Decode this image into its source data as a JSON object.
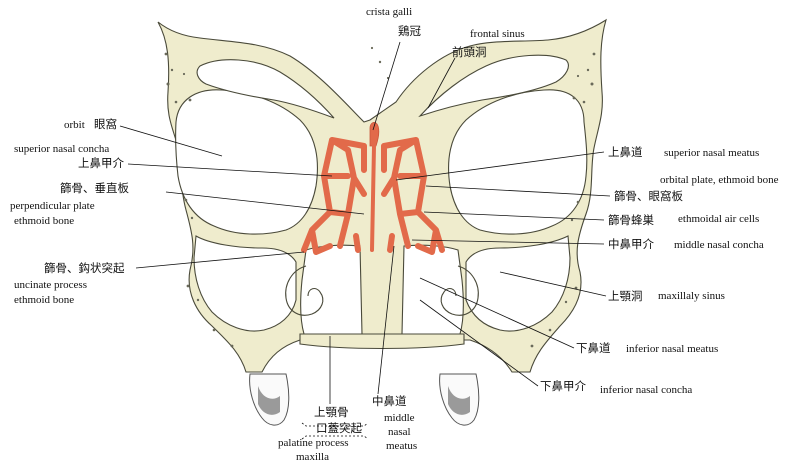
{
  "labels": {
    "crista_galli_en": "crista galli",
    "crista_galli_ja": "鶏冠",
    "frontal_sinus_en": "frontal sinus",
    "frontal_sinus_ja": "前頭洞",
    "orbit_en": "orbit",
    "orbit_ja": "眼窩",
    "superior_concha_en": "superior nasal concha",
    "superior_concha_ja": "上鼻甲介",
    "perp_plate_ja": "篩骨、垂直板",
    "perp_plate_en1": "perpendicular plate",
    "perp_plate_en2": "ethmoid bone",
    "uncinate_ja": "篩骨、鈎状突起",
    "uncinate_en1": "uncinate process",
    "uncinate_en2": "ethmoid bone",
    "sup_meatus_ja": "上鼻道",
    "sup_meatus_en": "superior nasal meatus",
    "orbital_plate_en": "orbital plate, ethmoid bone",
    "orbital_plate_ja": "篩骨、眼窩板",
    "air_cells_ja": "篩骨蜂巣",
    "air_cells_en": "ethmoidal air cells",
    "mid_concha_ja": "中鼻甲介",
    "mid_concha_en": "middle nasal concha",
    "maxillary_ja": "上顎洞",
    "maxillary_en": "maxillaly sinus",
    "inf_meatus_ja": "下鼻道",
    "inf_meatus_en": "inferior nasal meatus",
    "inf_concha_ja": "下鼻甲介",
    "inf_concha_en": "inferior nasal concha",
    "mid_meatus_ja": "中鼻道",
    "mid_meatus_en1": "middle",
    "mid_meatus_en2": "nasal",
    "mid_meatus_en3": "meatus",
    "maxilla_ja1": "上顎骨",
    "maxilla_ja2": "口蓋突起",
    "maxilla_en1": "palatine process",
    "maxilla_en2": "maxilla"
  },
  "colors": {
    "bone": "#efeccd",
    "outline": "#4a4a3a",
    "ethmoid": "#e26a4a",
    "leader": "#111111"
  }
}
